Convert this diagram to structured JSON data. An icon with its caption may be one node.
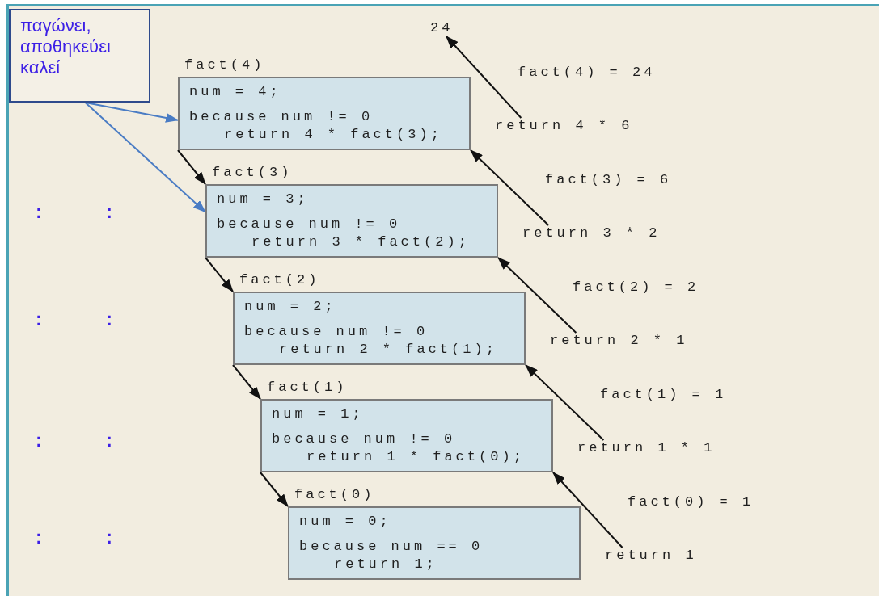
{
  "diagram": {
    "nodes": [
      {
        "text": [
          "παγώνει, αποθηκεύει καλεί"
        ]
      },
      {
        "text": [
          "fact(4)",
          "num = 4;",
          "because num != 0",
          "return 4 * fact(3);"
        ]
      },
      {
        "text": [
          "fact(3)",
          "num = 3;",
          "because num != 0",
          "return 3 * fact(2);"
        ]
      },
      {
        "text": [
          "fact(2)",
          "num = 2;",
          "because num != 0",
          "return 2 * fact(1);"
        ]
      },
      {
        "text": [
          "fact(1)",
          "num = 1;",
          "because num != 0",
          "return 1 * fact(0);"
        ]
      },
      {
        "text": [
          "fact(0)",
          "num = 0;",
          "because num == 0",
          "return 1;"
        ]
      },
      {
        "text": [
          "return 4 * 6"
        ]
      },
      {
        "text": [
          "return 3 * 2"
        ]
      },
      {
        "text": [
          "return 2 * 1"
        ]
      },
      {
        "text": [
          "return 1 * 1"
        ]
      },
      {
        "text": [
          "return 1"
        ]
      },
      {
        "text": [
          "24"
        ]
      }
    ],
    "edges": [
      {
        "from": 0,
        "to": 1,
        "arrow": "to",
        "color": "#4a7cc4"
      },
      {
        "from": 0,
        "to": 2,
        "arrow": "to",
        "color": "#4a7cc4"
      },
      {
        "from": 1,
        "to": 2,
        "arrow": "to"
      },
      {
        "from": 2,
        "to": 3,
        "arrow": "to"
      },
      {
        "from": 3,
        "to": 4,
        "arrow": "to"
      },
      {
        "from": 4,
        "to": 5,
        "arrow": "to"
      },
      {
        "from": 6,
        "to": 11,
        "arrow": "to"
      },
      {
        "from": 7,
        "to": 1,
        "arrow": "to"
      },
      {
        "from": 8,
        "to": 2,
        "arrow": "to"
      },
      {
        "from": 9,
        "to": 3,
        "arrow": "to"
      },
      {
        "from": 10,
        "to": 4,
        "arrow": "to"
      }
    ],
    "labels": [
      "fact(4) = 24",
      "fact(3) = 6",
      "fact(2) = 2",
      "fact(1) = 1",
      "fact(0) = 1",
      ":",
      ":",
      ":",
      ":",
      ":",
      ":",
      ":",
      ":"
    ]
  }
}
